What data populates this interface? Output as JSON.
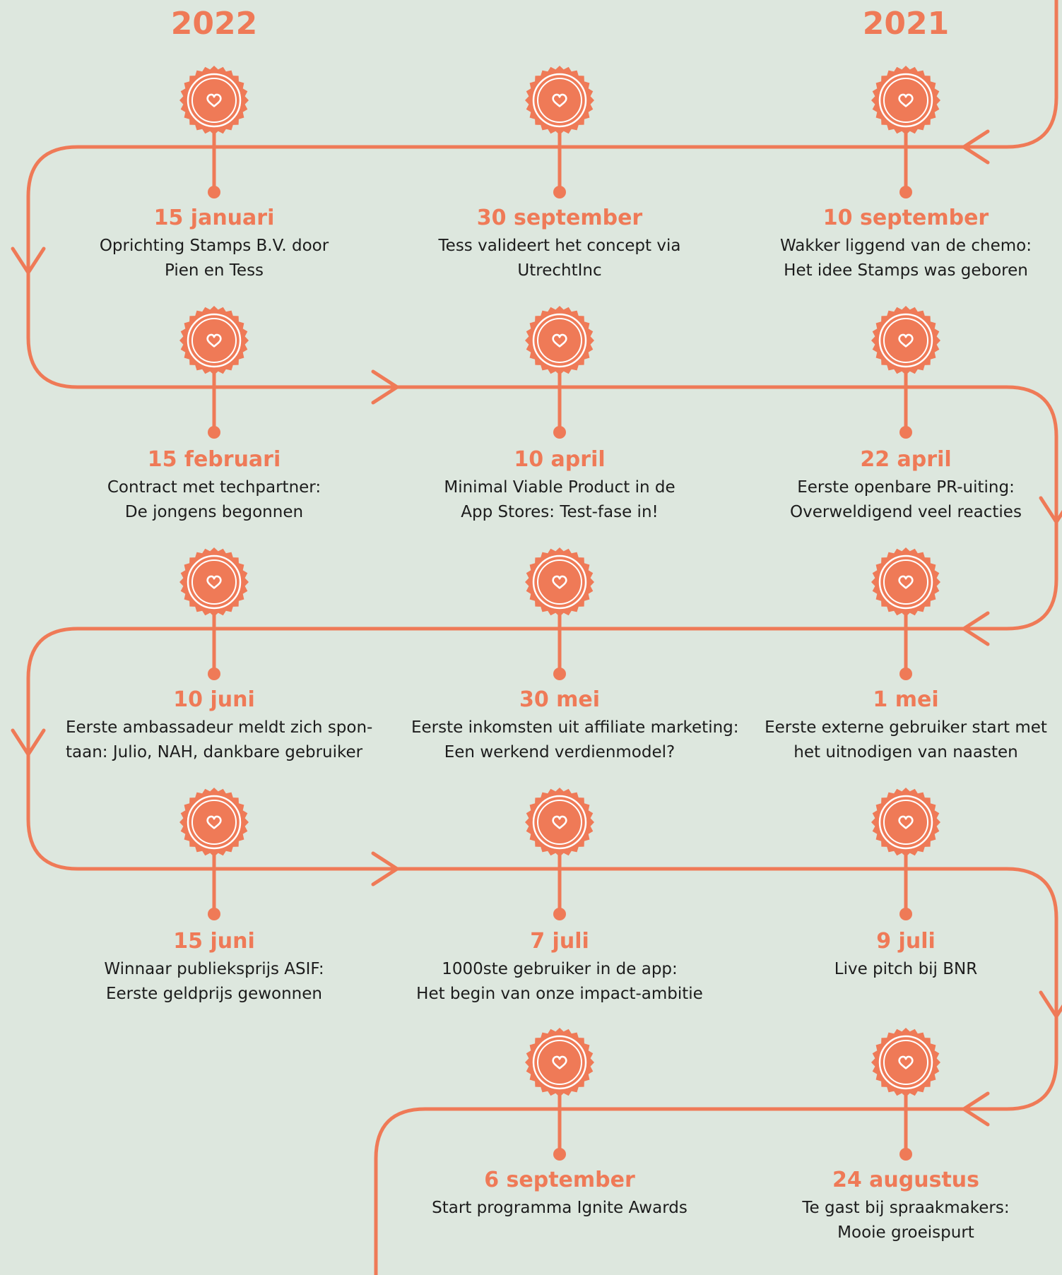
{
  "years": {
    "left": "2022",
    "right": "2021"
  },
  "colors": {
    "accent": "#ef7a57",
    "background": "#dde7de",
    "text": "#1c1c1c"
  },
  "icons": {
    "milestone": "heart-badge-icon",
    "arrow": "chevron-arrow-icon"
  },
  "rows": [
    {
      "items": [
        {
          "date": "15 januari",
          "lines": [
            "Oprichting Stamps B.V. door",
            "Pien en Tess"
          ]
        },
        {
          "date": "30 september",
          "lines": [
            "Tess valideert het concept via",
            "UtrechtInc"
          ]
        },
        {
          "date": "10 september",
          "lines": [
            "Wakker liggend van de chemo:",
            "Het idee Stamps was geboren"
          ]
        }
      ]
    },
    {
      "items": [
        {
          "date": "15 februari",
          "lines": [
            "Contract met techpartner:",
            "De jongens begonnen"
          ]
        },
        {
          "date": "10 april",
          "lines": [
            "Minimal Viable Product in de",
            "App Stores: Test-fase in!"
          ]
        },
        {
          "date": "22 april",
          "lines": [
            "Eerste openbare PR-uiting:",
            "Overweldigend veel reacties"
          ]
        }
      ]
    },
    {
      "items": [
        {
          "date": "10 juni",
          "lines": [
            "Eerste ambassadeur meldt zich spon-",
            "taan: Julio, NAH, dankbare gebruiker"
          ]
        },
        {
          "date": "30 mei",
          "lines": [
            "Eerste inkomsten uit affiliate marketing:",
            "Een werkend verdienmodel?"
          ]
        },
        {
          "date": "1 mei",
          "lines": [
            "Eerste externe gebruiker start met",
            "het uitnodigen van naasten"
          ]
        }
      ]
    },
    {
      "items": [
        {
          "date": "15 juni",
          "lines": [
            "Winnaar publieksprijs ASIF:",
            "Eerste geldprijs gewonnen"
          ]
        },
        {
          "date": "7 juli",
          "lines": [
            "1000ste gebruiker in de app:",
            "Het begin van onze impact-ambitie"
          ]
        },
        {
          "date": "9 juli",
          "lines": [
            "Live pitch bij BNR"
          ]
        }
      ]
    },
    {
      "items": [
        null,
        {
          "date": "6 september",
          "lines": [
            "Start programma Ignite Awards"
          ]
        },
        {
          "date": "24 augustus",
          "lines": [
            "Te gast bij spraakmakers:",
            "Mooie groeispurt"
          ]
        }
      ]
    }
  ]
}
